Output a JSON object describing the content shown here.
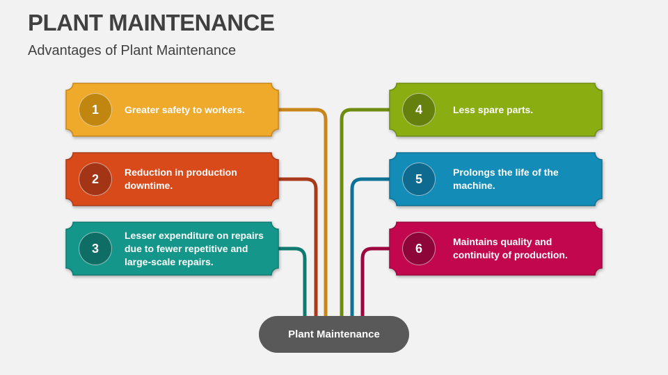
{
  "title": "PLANT MAINTENANCE",
  "subtitle": "Advantages of Plant Maintenance",
  "center": "Plant Maintenance",
  "items": [
    {
      "num": "1",
      "text": "Greater safety to workers.",
      "color": "#EFA92B",
      "dark": "#C1860F",
      "line": "#C8861A"
    },
    {
      "num": "2",
      "text": "Reduction in production downtime.",
      "color": "#D94A1B",
      "dark": "#A33415",
      "line": "#A9391A"
    },
    {
      "num": "3",
      "text": "Lesser expenditure on repairs due to fewer repetitive and large-scale repairs.",
      "color": "#14978A",
      "dark": "#0E6E66",
      "line": "#117A70"
    },
    {
      "num": "4",
      "text": "Less spare parts.",
      "color": "#8AAE12",
      "dark": "#66800E",
      "line": "#6E8C10"
    },
    {
      "num": "5",
      "text": "Prolongs the life of the machine.",
      "color": "#138CB8",
      "dark": "#0E6A8E",
      "line": "#0F7196"
    },
    {
      "num": "6",
      "text": "Maintains quality and continuity of production.",
      "color": "#C3074E",
      "dark": "#8E0539",
      "line": "#9E063F"
    }
  ]
}
